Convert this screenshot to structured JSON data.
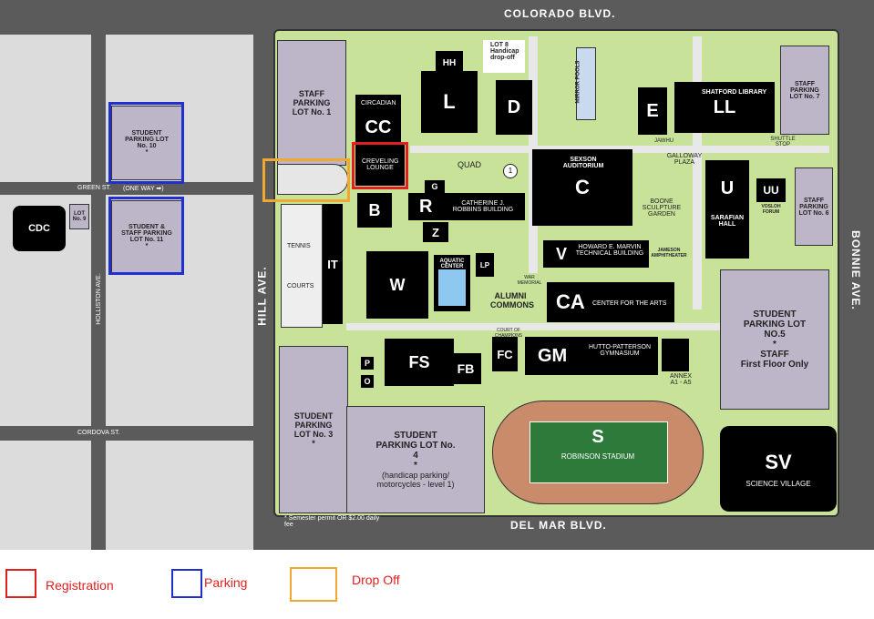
{
  "streets": {
    "north": "COLORADO BLVD.",
    "south": "DEL MAR BLVD.",
    "west": "HILL AVE.",
    "east": "BONNIE AVE.",
    "green": "GREEN ST.",
    "one_way": "(ONE WAY ➡)",
    "cordova": "CORDOVA ST.",
    "holliston": "HOLLISTON AVE."
  },
  "lots": {
    "lot10": "STUDENT PARKING LOT No. 10",
    "lot11": "STUDENT & STAFF PARKING LOT No. 11",
    "lot9": "LOT No. 9",
    "lot1": "STAFF PARKING LOT No. 1",
    "lot3": "STUDENT PARKING LOT No. 3",
    "lot4_title": "STUDENT PARKING LOT No. 4",
    "lot4_note": "(handicap parking/ motorcycles - level 1)",
    "lot5_title": "STUDENT PARKING LOT NO.5",
    "lot5_staff": "STAFF",
    "lot5_floor": "First Floor Only",
    "lot6": "STAFF PARKING LOT No. 6",
    "lot7": "STAFF PARKING LOT No. 7",
    "lot8": "LOT 8 Handicap drop-off",
    "star": "*"
  },
  "buildings": {
    "cdc": "CDC",
    "hh": "HH",
    "l": "L",
    "d": "D",
    "e": "E",
    "ll": "LL",
    "cc": "CC",
    "c": "C",
    "u": "U",
    "uu": "UU",
    "b": "B",
    "r": "R",
    "g": "G",
    "z": "Z",
    "it": "IT",
    "w": "W",
    "lp": "LP",
    "v": "V",
    "ca": "CA",
    "fc": "FC",
    "gm": "GM",
    "fs": "FS",
    "fb": "FB",
    "p": "P",
    "o": "O",
    "s": "S",
    "sv": "SV"
  },
  "labels": {
    "mirror_pools": "MIRROR POOLS",
    "shatford": "SHATFORD LIBRARY",
    "circadian": "CIRCADIAN",
    "creveling": "CREVELING LOUNGE",
    "quad": "QUAD",
    "sexson": "SEXSON AUDITORIUM",
    "galloway": "GALLOWAY PLAZA",
    "jawhu": "JAWHU",
    "shuttle": "SHUTTLE STOP",
    "catherine": "CATHERINE J. ROBBINS BUILDING",
    "boone": "BOONE SCULPTURE GARDEN",
    "sarafian": "SARAFIAN HALL",
    "vosloh": "VOSLOH FORUM",
    "tennis": "TENNIS",
    "courts": "COURTS",
    "aquatic": "AQUATIC CENTER",
    "marvin": "HOWARD E. MARVIN TECHNICAL BUILDING",
    "jameson": "JAMESON AMPHITHEATER",
    "war_memorial": "WAR MEMORIAL",
    "alumni": "ALUMNI COMMONS",
    "arts": "CENTER FOR THE ARTS",
    "court_champions": "COURT OF CHAMPIONS",
    "hutto": "HUTTO-PATTERSON GYMNASIUM",
    "annex": "ANNEX A1 - A5",
    "robinson": "ROBINSON STADIUM",
    "science_village": "SCIENCE VILLAGE",
    "permit": "* Semester permit OR $2.00 daily fee",
    "one": "1"
  },
  "legend": {
    "registration": "Registration",
    "parking": "Parking",
    "dropoff": "Drop Off"
  },
  "colors": {
    "registration": "#e02020",
    "parking": "#1f2fd0",
    "dropoff": "#f0a830",
    "grass": "#c8e29a",
    "lot": "#bdb6c9",
    "road": "#5b5b5b"
  }
}
